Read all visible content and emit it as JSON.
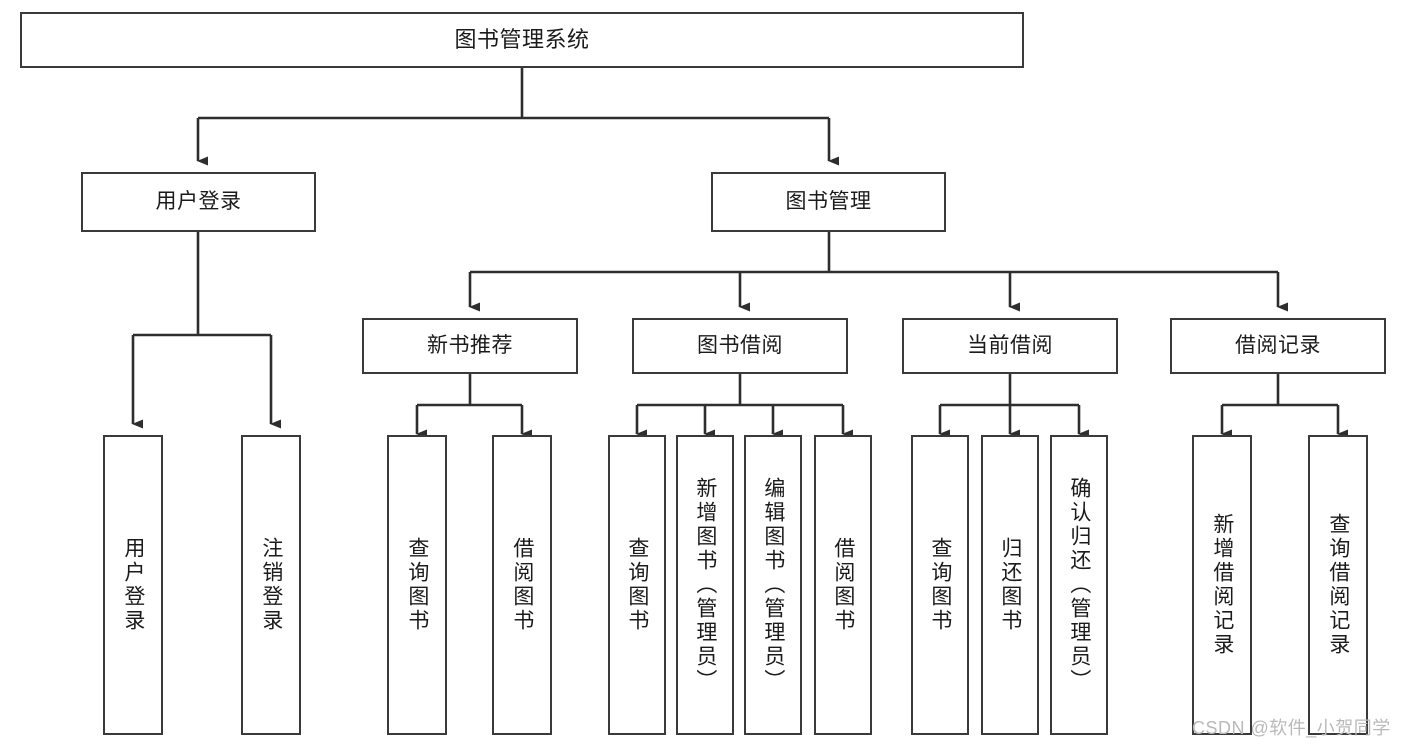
{
  "diagram": {
    "type": "tree-hierarchy-chart",
    "title": "图书管理系统",
    "line_color": "#3a3a3a",
    "box_fill": "#ffffff",
    "text_color": "#1b1b1b",
    "watermark": "CSDN @软件_小贺同学",
    "nodes": {
      "root": {
        "label": "图书管理系统"
      },
      "level2": [
        {
          "id": "user-login",
          "label": "用户登录"
        },
        {
          "id": "book-manage",
          "label": "图书管理"
        }
      ],
      "level3": [
        {
          "id": "new-book-recommend",
          "label": "新书推荐"
        },
        {
          "id": "book-borrow",
          "label": "图书借阅"
        },
        {
          "id": "current-borrow",
          "label": "当前借阅"
        },
        {
          "id": "borrow-record",
          "label": "借阅记录"
        }
      ],
      "leaves": {
        "user-login": [
          {
            "id": "leaf-user-login",
            "label": "用户登录"
          },
          {
            "id": "leaf-user-logout",
            "label": "注销登录"
          }
        ],
        "new-book-recommend": [
          {
            "id": "leaf-query-book-1",
            "label": "查询图书"
          },
          {
            "id": "leaf-borrow-book-1",
            "label": "借阅图书"
          }
        ],
        "book-borrow": [
          {
            "id": "leaf-query-book-2",
            "label": "查询图书"
          },
          {
            "id": "leaf-add-book",
            "label": "新增图书（管理员）"
          },
          {
            "id": "leaf-edit-book",
            "label": "编辑图书（管理员）"
          },
          {
            "id": "leaf-borrow-book-2",
            "label": "借阅图书"
          }
        ],
        "current-borrow": [
          {
            "id": "leaf-query-book-3",
            "label": "查询图书"
          },
          {
            "id": "leaf-return-book",
            "label": "归还图书"
          },
          {
            "id": "leaf-confirm-return",
            "label": "确认归还（管理员）"
          }
        ],
        "borrow-record": [
          {
            "id": "leaf-add-record",
            "label": "新增借阅记录"
          },
          {
            "id": "leaf-query-record",
            "label": "查询借阅记录"
          }
        ]
      }
    }
  }
}
